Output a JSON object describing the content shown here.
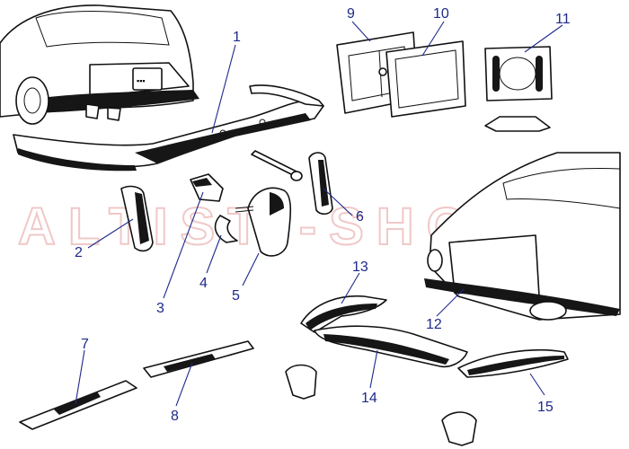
{
  "watermark": "ALTISTI-SHOP",
  "colors": {
    "callout": "#1d2a8a",
    "ink": "#111111",
    "watermark": "#f0c8c8"
  },
  "callouts": {
    "c1": "1",
    "c2": "2",
    "c3": "3",
    "c4": "4",
    "c5": "5",
    "c6": "6",
    "c7": "7",
    "c8": "8",
    "c9": "9",
    "c10": "10",
    "c11": "11",
    "c12": "12",
    "c13": "13",
    "c14": "14",
    "c15": "15"
  }
}
